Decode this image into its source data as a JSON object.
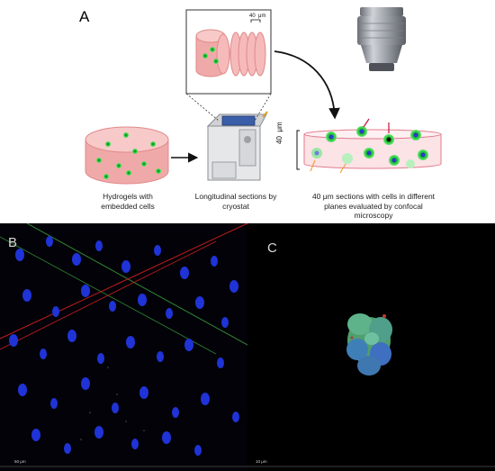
{
  "panel_a": {
    "label": "A",
    "scale_label": "40  μm",
    "axis_label": "40  μm",
    "captions": {
      "hydrogels": "Hydrogels with embedded cells",
      "sections": "Longitudinal sections by cryostat",
      "confocal": "40 μm sections with cells in different planes evaluated by confocal microscopy"
    },
    "colors": {
      "hydrogel_pink": "#f4b8b8",
      "cell_green": "#22c534",
      "nucleus_blue": "#2a3cc8",
      "arrow_red": "#c4123a",
      "arrow_orange": "#f2a13a"
    }
  },
  "panel_b": {
    "label": "B",
    "scale_label": "50 μm"
  },
  "panel_c": {
    "label": "C",
    "scale_label": "10 μm"
  }
}
